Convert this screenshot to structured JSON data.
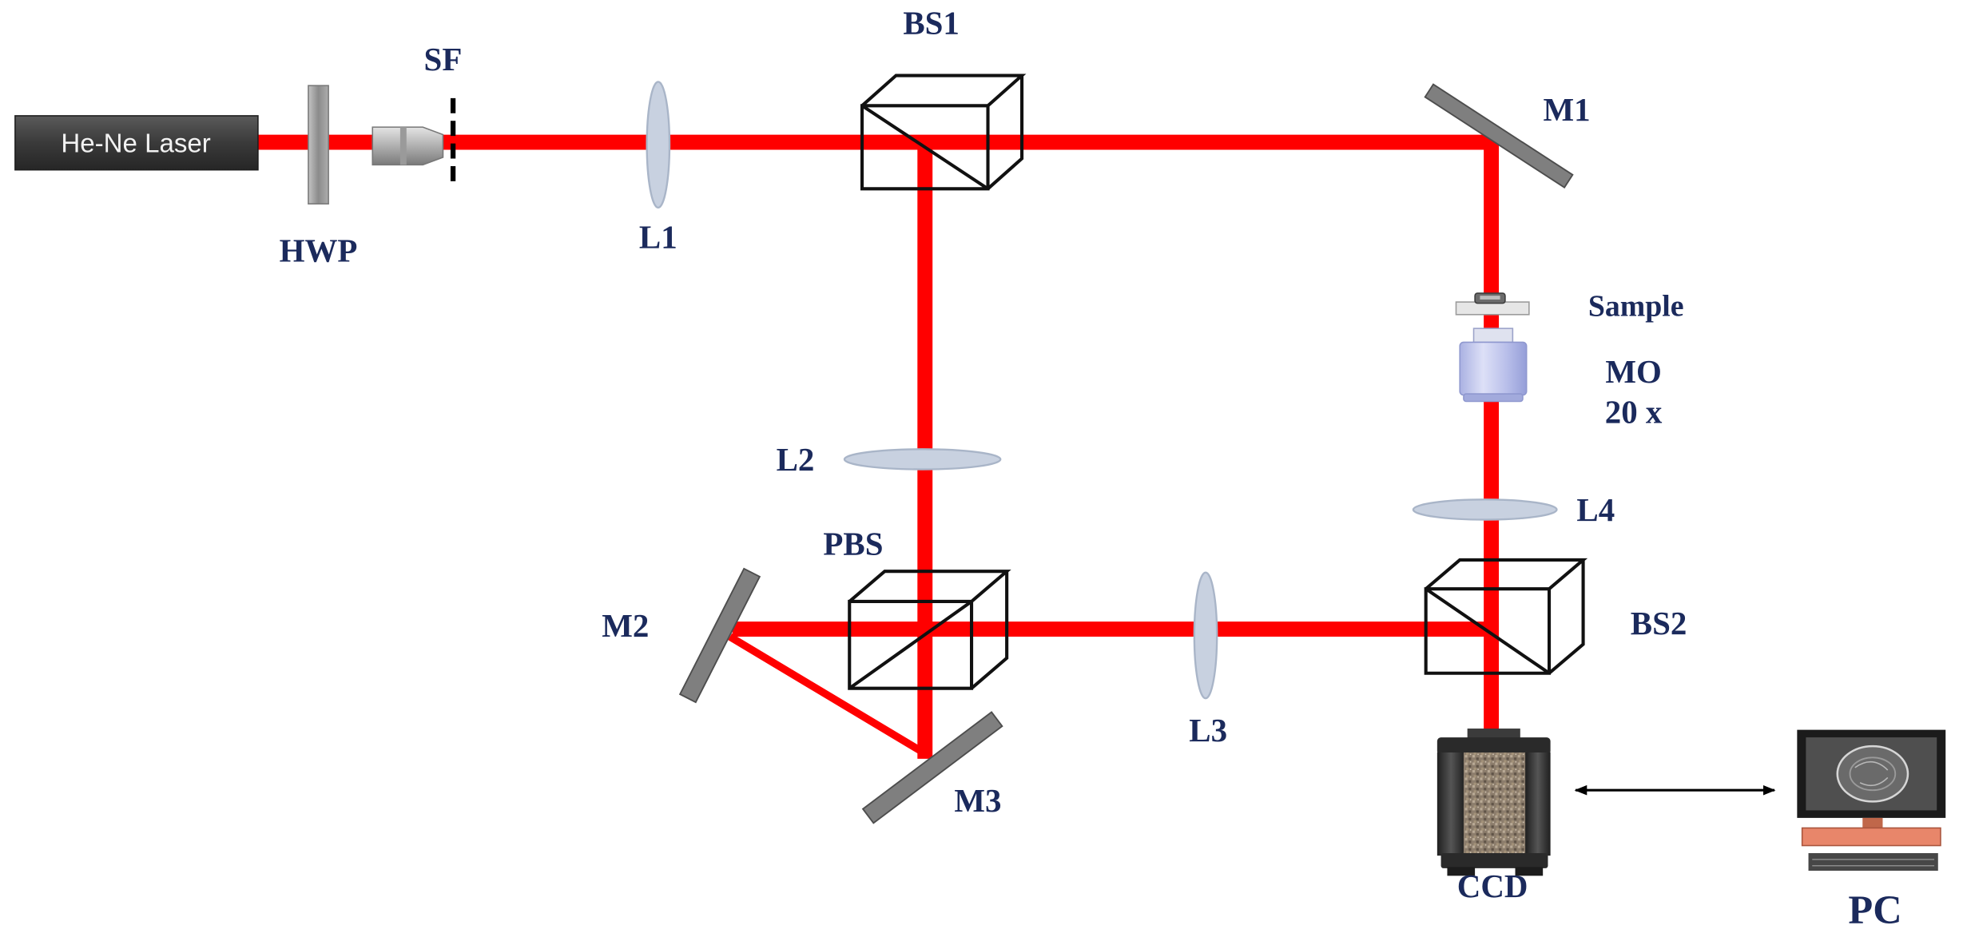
{
  "diagram": {
    "source_label": "He-Ne Laser",
    "labels": {
      "hwp": "HWP",
      "sf": "SF",
      "l1": "L1",
      "bs1": "BS1",
      "m1": "M1",
      "sample": "Sample",
      "mo": "MO",
      "mo_mag": "20 x",
      "l2": "L2",
      "pbs": "PBS",
      "m2": "M2",
      "m3": "M3",
      "l3": "L3",
      "l4": "L4",
      "bs2": "BS2",
      "ccd": "CCD",
      "pc": "PC"
    },
    "colors": {
      "beam": "#ff0000",
      "label": "#1b2a5c",
      "lens": "#c8d1e0",
      "mirror": "#7f7f7f"
    }
  }
}
